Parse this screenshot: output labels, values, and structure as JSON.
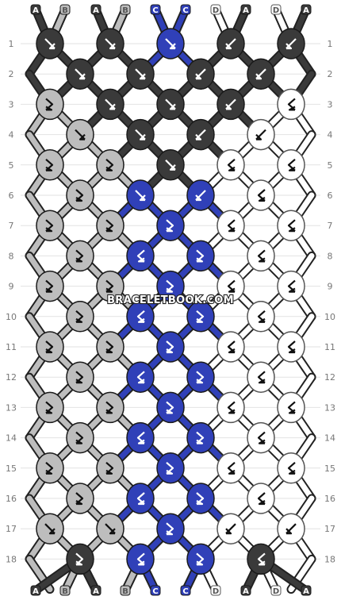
{
  "watermark": "BRACELETBOOK.COM",
  "colors": {
    "A": "#3a3a3a",
    "B": "#bdbdbd",
    "C": "#3040b8",
    "D": "#ffffff"
  },
  "thread_colors_top": [
    "A",
    "B",
    "A",
    "B",
    "C",
    "C",
    "D",
    "A",
    "D",
    "A"
  ],
  "thread_colors_bottom": [
    "A",
    "B",
    "A",
    "B",
    "C",
    "C",
    "D",
    "A",
    "D",
    "A"
  ],
  "rows": [
    {
      "number": "1",
      "knots": [
        {
          "color": "A",
          "arrow": "forward"
        },
        {
          "color": "A",
          "arrow": "forward"
        },
        {
          "color": "C",
          "arrow": "forward"
        },
        {
          "color": "A",
          "arrow": "backward"
        },
        {
          "color": "A",
          "arrow": "backward"
        }
      ]
    },
    {
      "number": "2",
      "knots": [
        {
          "color": "A",
          "arrow": "forward"
        },
        {
          "color": "A",
          "arrow": "forward"
        },
        {
          "color": "A",
          "arrow": "backward"
        },
        {
          "color": "A",
          "arrow": "backward"
        }
      ]
    },
    {
      "number": "3",
      "knots": [
        {
          "color": "B",
          "arrow": "forward-backward"
        },
        {
          "color": "A",
          "arrow": "forward"
        },
        {
          "color": "A",
          "arrow": "forward"
        },
        {
          "color": "A",
          "arrow": "backward"
        },
        {
          "color": "D",
          "arrow": "backward-forward"
        }
      ]
    },
    {
      "number": "4",
      "knots": [
        {
          "color": "B",
          "arrow": "forward"
        },
        {
          "color": "A",
          "arrow": "forward"
        },
        {
          "color": "A",
          "arrow": "backward"
        },
        {
          "color": "D",
          "arrow": "backward"
        }
      ]
    },
    {
      "number": "5",
      "knots": [
        {
          "color": "B",
          "arrow": "forward-backward"
        },
        {
          "color": "B",
          "arrow": "forward-backward"
        },
        {
          "color": "A",
          "arrow": "forward"
        },
        {
          "color": "D",
          "arrow": "backward-forward"
        },
        {
          "color": "D",
          "arrow": "backward-forward"
        }
      ]
    },
    {
      "number": "6",
      "knots": [
        {
          "color": "B",
          "arrow": "forward-backward"
        },
        {
          "color": "C",
          "arrow": "forward"
        },
        {
          "color": "C",
          "arrow": "backward"
        },
        {
          "color": "D",
          "arrow": "backward-forward"
        }
      ]
    },
    {
      "number": "7",
      "knots": [
        {
          "color": "B",
          "arrow": "forward-backward"
        },
        {
          "color": "B",
          "arrow": "forward-backward"
        },
        {
          "color": "C",
          "arrow": "forward-backward"
        },
        {
          "color": "D",
          "arrow": "backward-forward"
        },
        {
          "color": "D",
          "arrow": "backward-forward"
        }
      ]
    },
    {
      "number": "8",
      "knots": [
        {
          "color": "B",
          "arrow": "forward-backward"
        },
        {
          "color": "C",
          "arrow": "backward-forward"
        },
        {
          "color": "C",
          "arrow": "forward-backward"
        },
        {
          "color": "D",
          "arrow": "backward-forward"
        }
      ]
    },
    {
      "number": "9",
      "knots": [
        {
          "color": "B",
          "arrow": "forward-backward"
        },
        {
          "color": "B",
          "arrow": "forward-backward"
        },
        {
          "color": "C",
          "arrow": "forward-backward"
        },
        {
          "color": "D",
          "arrow": "backward-forward"
        },
        {
          "color": "D",
          "arrow": "backward-forward"
        }
      ]
    },
    {
      "number": "10",
      "knots": [
        {
          "color": "B",
          "arrow": "forward-backward"
        },
        {
          "color": "C",
          "arrow": "backward-forward"
        },
        {
          "color": "C",
          "arrow": "forward-backward"
        },
        {
          "color": "D",
          "arrow": "backward-forward"
        }
      ]
    },
    {
      "number": "11",
      "knots": [
        {
          "color": "B",
          "arrow": "forward-backward"
        },
        {
          "color": "B",
          "arrow": "forward-backward"
        },
        {
          "color": "C",
          "arrow": "forward-backward"
        },
        {
          "color": "D",
          "arrow": "backward-forward"
        },
        {
          "color": "D",
          "arrow": "backward-forward"
        }
      ]
    },
    {
      "number": "12",
      "knots": [
        {
          "color": "B",
          "arrow": "forward-backward"
        },
        {
          "color": "C",
          "arrow": "backward-forward"
        },
        {
          "color": "C",
          "arrow": "forward-backward"
        },
        {
          "color": "D",
          "arrow": "backward-forward"
        }
      ]
    },
    {
      "number": "13",
      "knots": [
        {
          "color": "B",
          "arrow": "forward-backward"
        },
        {
          "color": "B",
          "arrow": "forward-backward"
        },
        {
          "color": "C",
          "arrow": "forward-backward"
        },
        {
          "color": "D",
          "arrow": "backward-forward"
        },
        {
          "color": "D",
          "arrow": "backward-forward"
        }
      ]
    },
    {
      "number": "14",
      "knots": [
        {
          "color": "B",
          "arrow": "forward-backward"
        },
        {
          "color": "C",
          "arrow": "backward-forward"
        },
        {
          "color": "C",
          "arrow": "forward-backward"
        },
        {
          "color": "D",
          "arrow": "backward-forward"
        }
      ]
    },
    {
      "number": "15",
      "knots": [
        {
          "color": "B",
          "arrow": "forward-backward"
        },
        {
          "color": "B",
          "arrow": "forward-backward"
        },
        {
          "color": "C",
          "arrow": "forward-backward"
        },
        {
          "color": "D",
          "arrow": "backward-forward"
        },
        {
          "color": "D",
          "arrow": "backward-forward"
        }
      ]
    },
    {
      "number": "16",
      "knots": [
        {
          "color": "B",
          "arrow": "forward-backward"
        },
        {
          "color": "C",
          "arrow": "backward-forward"
        },
        {
          "color": "C",
          "arrow": "forward-backward"
        },
        {
          "color": "D",
          "arrow": "backward-forward"
        }
      ]
    },
    {
      "number": "17",
      "knots": [
        {
          "color": "B",
          "arrow": "forward"
        },
        {
          "color": "B",
          "arrow": "forward"
        },
        {
          "color": "C",
          "arrow": "forward-backward"
        },
        {
          "color": "D",
          "arrow": "backward"
        },
        {
          "color": "D",
          "arrow": "backward"
        }
      ]
    },
    {
      "number": "18",
      "knots": [
        {
          "color": "A",
          "arrow": "forward-backward"
        },
        {
          "color": "C",
          "arrow": "backward-forward"
        },
        {
          "color": "C",
          "arrow": "forward-backward"
        },
        {
          "color": "A",
          "arrow": "backward-forward"
        }
      ]
    }
  ]
}
